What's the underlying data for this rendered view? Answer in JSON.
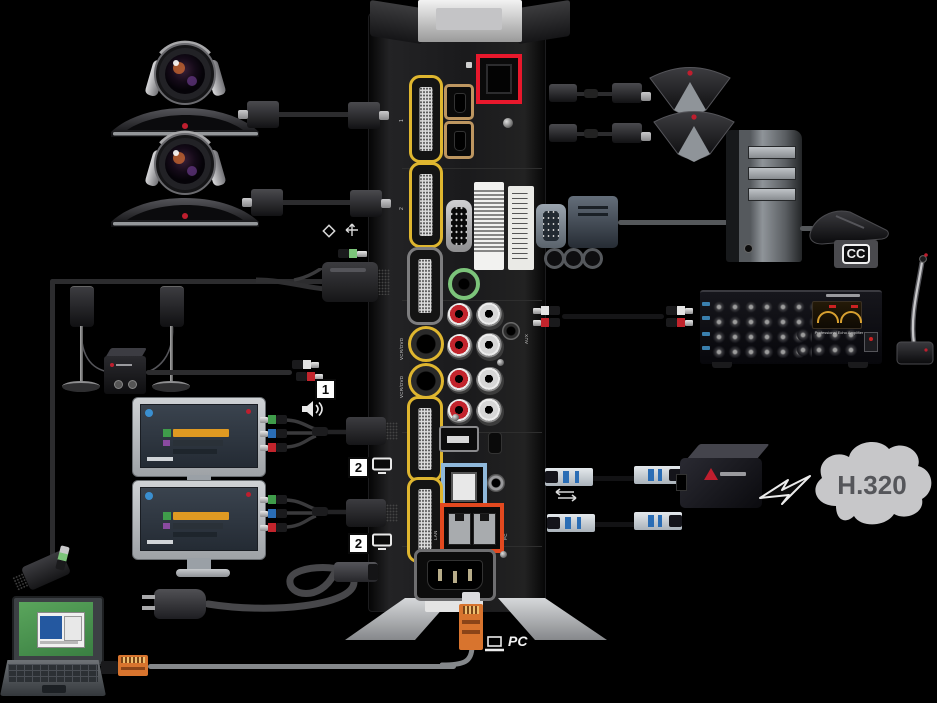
{
  "labels": {
    "h320_cloud": "H.320",
    "cc_badge": "CC",
    "pc_connection": "PC",
    "audio_cable_number": "1",
    "monitor1_cable_number": "2",
    "monitor2_cable_number": "2",
    "amplifier_panel_text": "Professional Echo Amplifier"
  },
  "port_labels": {
    "camera_input_1": "1",
    "camera_input_2": "2",
    "aux": "AUX",
    "vcr_dvd_1": "VCR/DVD",
    "vcr_dvd_2": "VCR/DVD",
    "lan": "LAN",
    "pc": "PC"
  },
  "colors": {
    "camera_port_ring": "#dfb62f",
    "wan_port_ring": "#e8182c",
    "lan_pc_port_ring": "#e2491f",
    "isdn_port_ring": "#8fb8da",
    "audio_jack_green": "#7cc47a",
    "rca_red": "#c2242c",
    "component_green": "#3f9c4a",
    "component_blue": "#2a6db5",
    "ethernet_orange": "#d8742e",
    "polycom_red": "#bf1e2e",
    "cloud_gray": "#c7c7c9"
  }
}
